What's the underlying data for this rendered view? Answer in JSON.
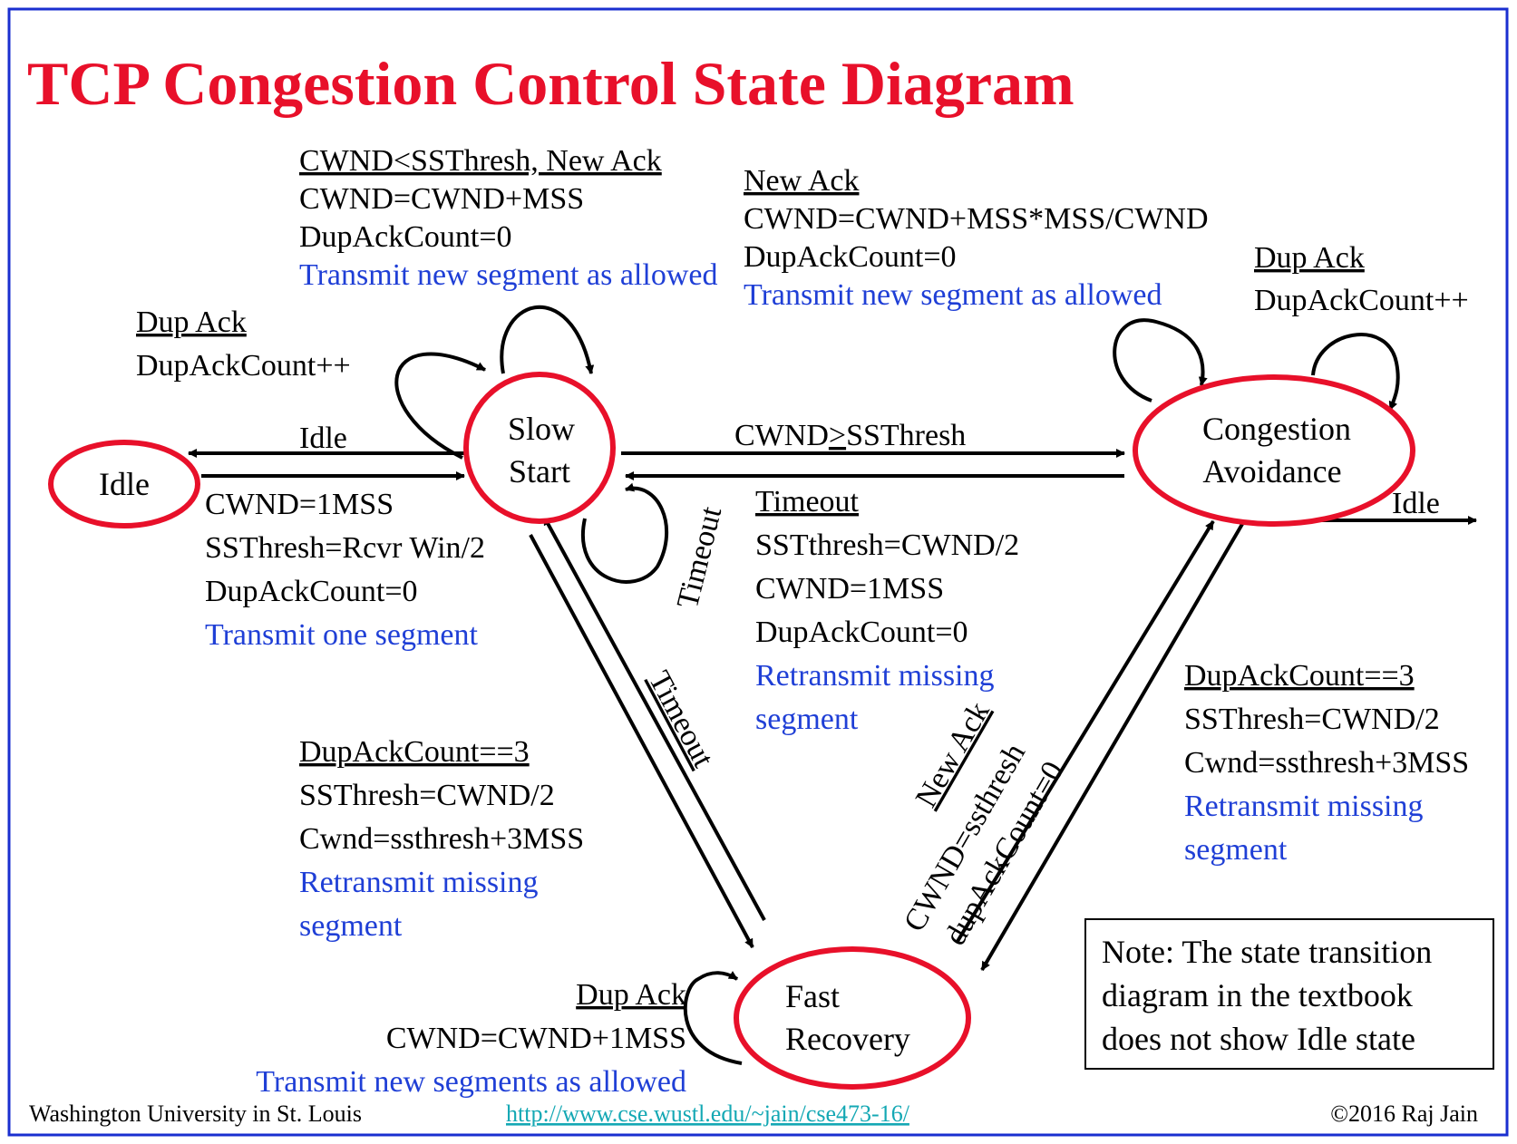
{
  "title": "TCP Congestion Control State Diagram",
  "states": {
    "idle": "Idle",
    "slow_start": [
      "Slow",
      "Start"
    ],
    "congestion_avoidance": [
      "Congestion",
      "Avoidance"
    ],
    "fast_recovery": [
      "Fast",
      "Recovery"
    ]
  },
  "transitions": {
    "ss_new_ack": {
      "event": "CWND<SSThresh, New Ack",
      "actions": [
        "CWND=CWND+MSS",
        "DupAckCount=0"
      ],
      "note": "Transmit new segment as allowed"
    },
    "ca_new_ack": {
      "event": "New Ack",
      "actions": [
        "CWND=CWND+MSS*MSS/CWND",
        "DupAckCount=0"
      ],
      "note": "Transmit new segment as allowed"
    },
    "ss_dup_ack": {
      "event": "Dup Ack",
      "action": "DupAckCount++"
    },
    "ca_dup_ack": {
      "event": "Dup Ack",
      "action": "DupAckCount++"
    },
    "ss_to_idle": "Idle",
    "idle_to_ss": {
      "actions": [
        "CWND=1MSS",
        "SSThresh=Rcvr Win/2",
        "DupAckCount=0"
      ],
      "note": "Transmit one segment"
    },
    "ss_to_ca": {
      "prefix": "CWND",
      "middle": ">",
      "suffix": "SSThresh"
    },
    "ca_to_ss_timeout": {
      "event": "Timeout",
      "actions": [
        "SSTthresh=CWND/2",
        "CWND=1MSS",
        "DupAckCount=0"
      ],
      "note": [
        "Retransmit missing",
        "segment"
      ]
    },
    "ss_timeout_self": "Timeout",
    "fr_to_ss_timeout": "Timeout",
    "ss_to_fr": {
      "event": "DupAckCount==3",
      "actions": [
        "SSThresh=CWND/2",
        "Cwnd=ssthresh+3MSS"
      ],
      "note": [
        "Retransmit missing",
        "segment"
      ]
    },
    "fr_to_ca": [
      "New Ack",
      "CWND=ssthresh",
      "dupAckCount=0"
    ],
    "ca_to_fr": {
      "event": "DupAckCount==3",
      "actions": [
        "SSThresh=CWND/2",
        "Cwnd=ssthresh+3MSS"
      ],
      "note": [
        "Retransmit missing",
        "segment"
      ]
    },
    "ca_to_idle": "Idle",
    "fr_dup_ack": {
      "event": "Dup Ack",
      "action": "CWND=CWND+1MSS",
      "note": "Transmit new segments as allowed"
    }
  },
  "note_box": [
    "Note: The state transition",
    "diagram in the textbook",
    "does not show Idle state"
  ],
  "footer": {
    "left": "Washington University in St. Louis",
    "link": "http://www.cse.wustl.edu/~jain/cse473-16/",
    "right": "©2016 Raj Jain"
  },
  "colors": {
    "title": "#e8102a",
    "state_outline": "#e8102a",
    "frame": "#1a2fd0",
    "blue_text": "#1f3fd6",
    "link": "#14a8b4"
  }
}
